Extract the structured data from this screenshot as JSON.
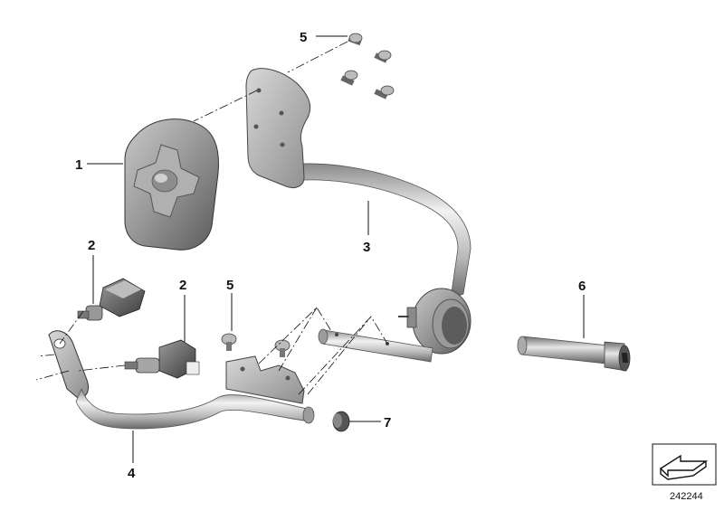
{
  "diagram": {
    "callouts": [
      {
        "id": "c1",
        "label": "1",
        "part": "cover"
      },
      {
        "id": "c2a",
        "label": "2",
        "part": "switch-upper"
      },
      {
        "id": "c2b",
        "label": "2",
        "part": "switch-lower"
      },
      {
        "id": "c3",
        "label": "3",
        "part": "upper-bracket-bar"
      },
      {
        "id": "c4",
        "label": "4",
        "part": "lower-bracket-bar"
      },
      {
        "id": "c5a",
        "label": "5",
        "part": "screws-top"
      },
      {
        "id": "c5b",
        "label": "5",
        "part": "screw-lower"
      },
      {
        "id": "c6",
        "label": "6",
        "part": "pin-bolt"
      },
      {
        "id": "c7",
        "label": "7",
        "part": "rubber-plug"
      }
    ],
    "diagram_number": "242244"
  },
  "colors": {
    "metal_light": "#e3e3e3",
    "metal_mid": "#b4b4b4",
    "metal_dark": "#6e6e6e",
    "cover_dark": "#4a4a4a",
    "line": "#111111"
  }
}
